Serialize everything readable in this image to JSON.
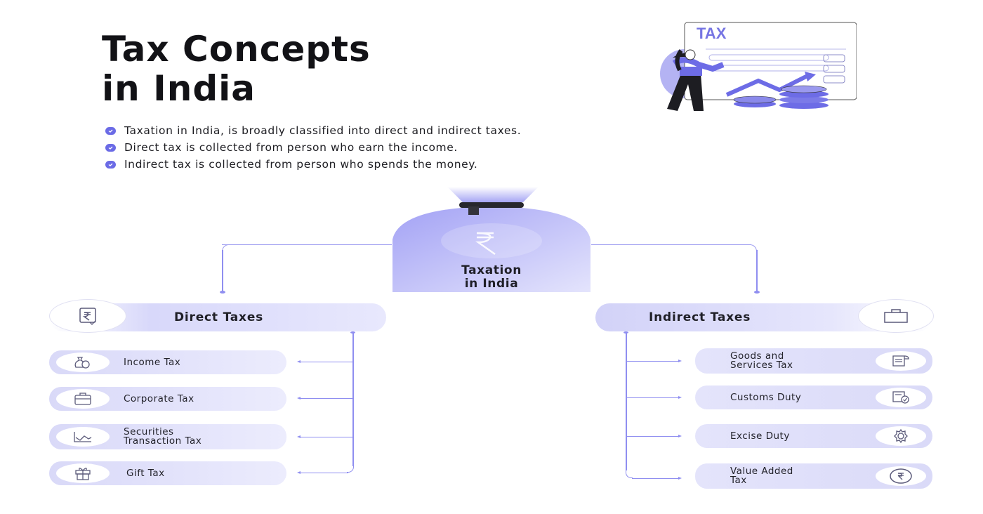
{
  "title": {
    "line1": "Tax Concepts",
    "line2": "in India"
  },
  "illustration": {
    "label": "TAX",
    "icon": "woman-tax-chart-illustration"
  },
  "bullets": [
    "Taxation in India, is broadly classified into direct and indirect taxes.",
    "Direct tax is collected from person who earn the income.",
    "Indirect tax is collected from person who spends the money."
  ],
  "center": {
    "line1": "Taxation",
    "line2": "in India",
    "icon": "rupee-money-bag-icon"
  },
  "direct": {
    "heading": "Direct Taxes",
    "icon": "rupee-receipt-icon",
    "items": [
      {
        "label": "Income Tax",
        "icon": "money-bag-icon"
      },
      {
        "label": "Corporate Tax",
        "icon": "briefcase-icon"
      },
      {
        "label1": "Securities",
        "label2": "Transaction Tax",
        "icon": "line-chart-icon"
      },
      {
        "label": "Gift Tax",
        "icon": "gift-icon"
      }
    ]
  },
  "indirect": {
    "heading": "Indirect Taxes",
    "icon": "shopping-bag-icon",
    "items": [
      {
        "label1": "Goods and",
        "label2": "Services Tax",
        "icon": "receipt-icon"
      },
      {
        "label": "Customs Duty",
        "icon": "document-check-icon"
      },
      {
        "label": "Excise Duty",
        "icon": "gear-icon"
      },
      {
        "label1": "Value Added",
        "label2": "Tax",
        "icon": "rupee-coin-icon"
      }
    ]
  },
  "colors": {
    "accent": "#8f8ef0",
    "bullet": "#6b6be6",
    "bag": "#a9a8f5",
    "dark": "#121216"
  }
}
